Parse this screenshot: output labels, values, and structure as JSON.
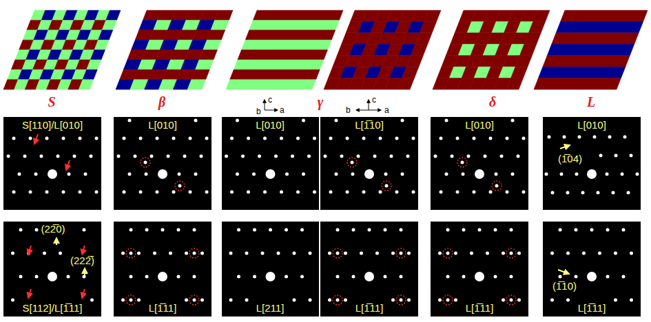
{
  "diagram": {
    "nodes": [
      {
        "text": [
          "S[110]/L[010]"
        ]
      },
      {
        "text": [
          "L[010]"
        ]
      },
      {
        "text": [
          "L[010]"
        ]
      },
      {
        "text": [
          "L[1̅10]"
        ]
      },
      {
        "text": [
          "L[010]"
        ]
      },
      {
        "text": [
          "L[010]",
          "(1̅04)"
        ]
      },
      {
        "text": [
          "(22̅0)",
          "(222̅)",
          "S[112]/L[1̅11]"
        ]
      },
      {
        "text": [
          "L[1̅11]"
        ]
      },
      {
        "text": [
          "L[211]"
        ]
      },
      {
        "text": [
          "L[1̅11]"
        ]
      },
      {
        "text": [
          "L[1̅11]"
        ]
      },
      {
        "text": [
          "(1̅10)",
          "L[1̅11]"
        ]
      }
    ],
    "labels": [
      "S",
      "β",
      "γ",
      "δ",
      "L",
      "c",
      "a",
      "b",
      "c",
      "b",
      "a"
    ]
  }
}
